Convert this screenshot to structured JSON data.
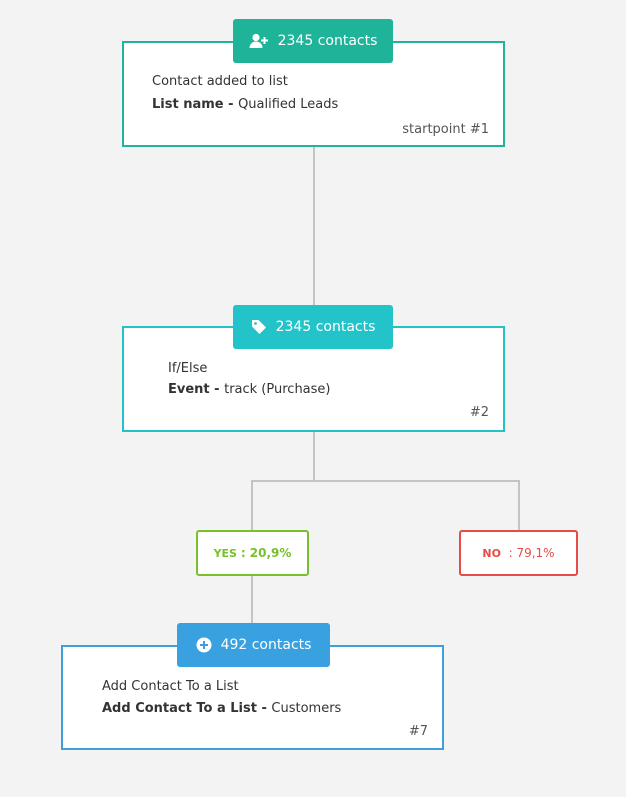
{
  "nodes": {
    "start": {
      "badge": "2345 contacts",
      "title": "Contact added to list",
      "key": "List name",
      "sep": " - ",
      "value": "Qualified Leads",
      "footer": "startpoint #1",
      "badge_color": "#1fb39a",
      "border_color": "#20b59b",
      "badge_icon": "add-user-icon"
    },
    "ifelse": {
      "badge": "2345 contacts",
      "title": "If/Else",
      "key": "Event",
      "sep": " - ",
      "value": "track (Purchase)",
      "footer": "#2",
      "badge_color": "#23c4c9",
      "border_color": "#24c2c8",
      "badge_icon": "tag-icon"
    },
    "add": {
      "badge": "492 contacts",
      "title": "Add Contact To a List",
      "key": "Add Contact To a List",
      "sep": " - ",
      "value": "Customers",
      "footer": "#7",
      "badge_color": "#3aa1e0",
      "border_color": "#3d9fdc",
      "badge_icon": "plus-circle-icon"
    }
  },
  "branches": {
    "yes": {
      "label": "YES",
      "value": ": 20,9%",
      "color": "#78c12c"
    },
    "no": {
      "label": "NO",
      "value": ": 79,1%",
      "color": "#e54c45"
    }
  }
}
